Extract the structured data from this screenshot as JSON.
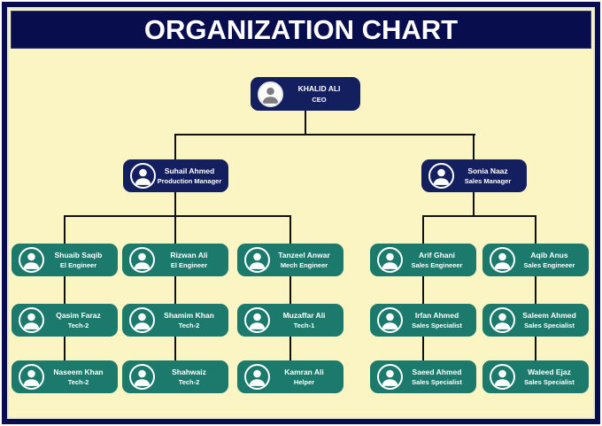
{
  "title": "ORGANIZATION CHART",
  "colors": {
    "frame_navy": "#080d4d",
    "node_navy": "#131f5e",
    "node_teal": "#1b7a6c",
    "background_cream": "#fbf4c3",
    "connector": "#111111",
    "text": "#ffffff"
  },
  "ceo": {
    "name": "KHALID ALI",
    "role": "CEO"
  },
  "managers": [
    {
      "name": "Suhail Ahmed",
      "role": "Production Manager"
    },
    {
      "name": "Sonia Naaz",
      "role": "Sales Manager"
    }
  ],
  "employees": [
    {
      "name": "Shuaib Saqib",
      "role": "El Engineer"
    },
    {
      "name": "Qasim Faraz",
      "role": "Tech-2"
    },
    {
      "name": "Naseem Khan",
      "role": "Tech-2"
    },
    {
      "name": "Rizwan Ali",
      "role": "El Engineer"
    },
    {
      "name": "Shamim Khan",
      "role": "Tech-2"
    },
    {
      "name": "Shahwaiz",
      "role": "Tech-2"
    },
    {
      "name": "Tanzeel Anwar",
      "role": "Mech Engineer"
    },
    {
      "name": "Muzaffar Ali",
      "role": "Tech-1"
    },
    {
      "name": "Kamran Ali",
      "role": "Helper"
    },
    {
      "name": "Arif Ghani",
      "role": "Sales Engineeer"
    },
    {
      "name": "Irfan Ahmed",
      "role": "Sales Specialist"
    },
    {
      "name": "Saeed Ahmed",
      "role": "Sales Specialist"
    },
    {
      "name": "Aqib Anus",
      "role": "Sales Engineeer"
    },
    {
      "name": "Saleem Ahmed",
      "role": "Sales Specialist"
    },
    {
      "name": "Waleed Ejaz",
      "role": "Sales Specialist"
    }
  ]
}
